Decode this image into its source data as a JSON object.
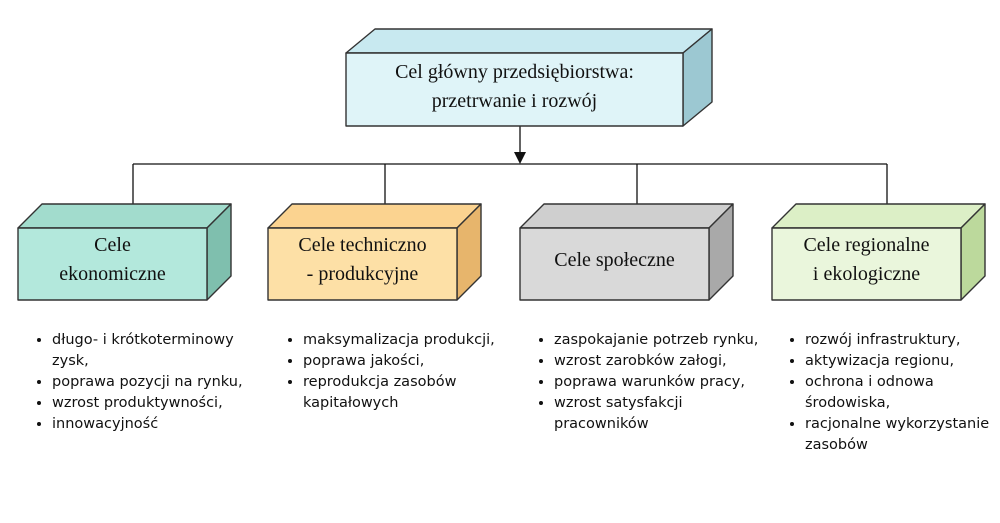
{
  "main_goal": {
    "title": "Cel główny przedsiębiorstwa:\nprzetrwanie i rozwój",
    "color_front": "#dff4f8",
    "color_top": "#c8e9f0",
    "color_side": "#9cc8d2"
  },
  "categories": [
    {
      "title": "Cele\nekonomiczne",
      "color_front": "#b3e8dc",
      "color_top": "#a2dccd",
      "color_side": "#7fbfae",
      "items": [
        "długo- i krótkoterminowy zysk,",
        "poprawa pozycji na rynku,",
        "wzrost produktywności,",
        "innowacyjność"
      ]
    },
    {
      "title": "Cele techniczno\n- produkcyjne",
      "color_front": "#fde0a6",
      "color_top": "#fbd390",
      "color_side": "#e7b56c",
      "items": [
        "maksymalizacja produkcji,",
        "poprawa jakości,",
        "reprodukcja zasobów kapitałowych"
      ]
    },
    {
      "title": "Cele społeczne\n ",
      "color_front": "#d9d9d9",
      "color_top": "#cfcfcf",
      "color_side": "#a9a9a9",
      "items": [
        "zaspokajanie potrzeb rynku,",
        "wzrost zarobków załogi,",
        "poprawa warunków pracy,",
        "wzrost satysfakcji pracowników"
      ]
    },
    {
      "title": "Cele regionalne\ni ekologiczne",
      "color_front": "#eaf6dc",
      "color_top": "#dcefc6",
      "color_side": "#bcd99c",
      "items": [
        "rozwój infrastruktury,",
        " aktywizacja regionu,",
        "ochrona i odnowa środowiska,",
        "racjonalne wykorzystanie zasobów"
      ]
    }
  ]
}
